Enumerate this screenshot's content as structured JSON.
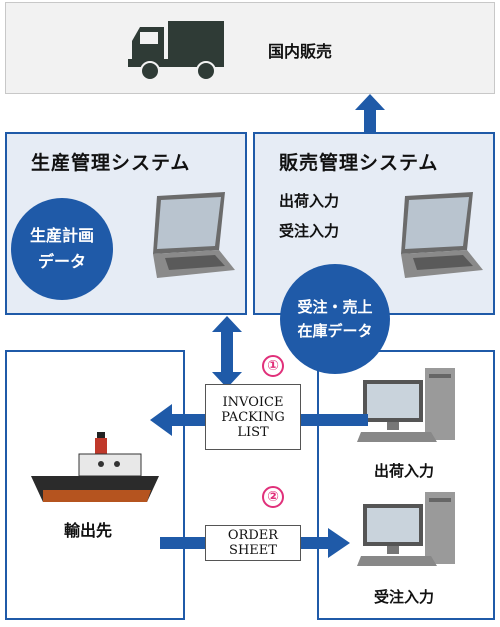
{
  "domestic": {
    "label": "国内販売",
    "icon": "truck-icon"
  },
  "production": {
    "title": "生産管理システム",
    "circle_line1": "生産計画",
    "circle_line2": "データ",
    "icon": "laptop-icon"
  },
  "sales": {
    "title": "販売管理システム",
    "item1": "出荷入力",
    "item2": "受注入力",
    "circle_line1": "受注・売上",
    "circle_line2": "在庫データ",
    "icon": "laptop-icon"
  },
  "export": {
    "label": "輸出先",
    "icon": "ship-icon"
  },
  "flow1": {
    "number": "①",
    "doc_line1": "INVOICE",
    "doc_line2": "PACKING LIST"
  },
  "flow2": {
    "number": "②",
    "doc_line1": "ORDER SHEET"
  },
  "terminals": [
    {
      "label": "出荷入力",
      "icon": "desktop-pc-icon"
    },
    {
      "label": "受注入力",
      "icon": "desktop-pc-icon"
    }
  ],
  "colors": {
    "primary_blue": "#1f5aa8",
    "accent_pink": "#e0307a",
    "panel_fill": "#e6ecf5"
  }
}
